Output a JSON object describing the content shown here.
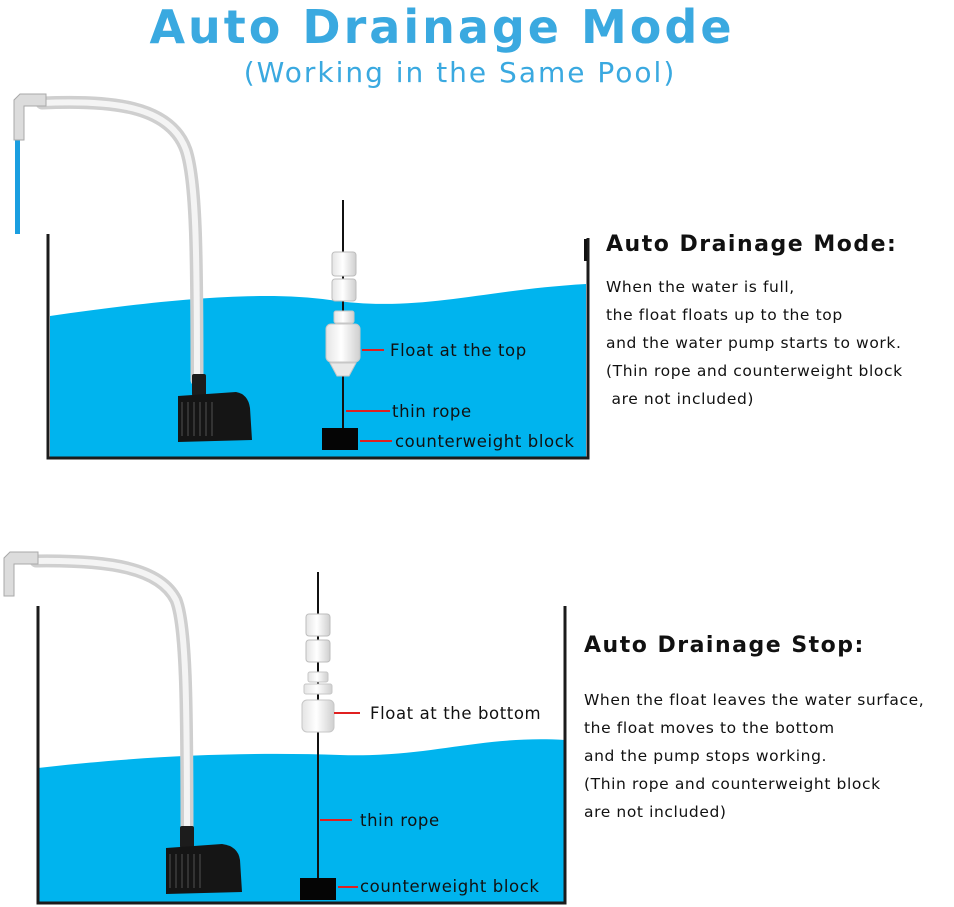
{
  "header": {
    "title": "Auto Drainage Mode",
    "subtitle": "(Working in the Same Pool)"
  },
  "colors": {
    "accent": "#3aa9e0",
    "water": "#00b4ee",
    "pump": "#151515",
    "text": "#111111"
  },
  "panels": [
    {
      "labels": {
        "float": "Float at the top",
        "rope": "thin rope",
        "weight": "counterweight block"
      },
      "heading": "Auto Drainage Mode:",
      "lines": [
        "When the water is full,",
        "the float floats up to the top",
        "and the water pump starts to work.",
        "(Thin rope and counterweight block",
        " are not included)"
      ]
    },
    {
      "labels": {
        "float": "Float at the bottom",
        "rope": "thin rope",
        "weight": "counterweight block"
      },
      "heading": "Auto Drainage Stop:",
      "lines": [
        "When the float leaves the water surface,",
        "the float moves to the bottom",
        "and the pump stops working.",
        "(Thin rope and counterweight block",
        "are not included)"
      ]
    }
  ]
}
